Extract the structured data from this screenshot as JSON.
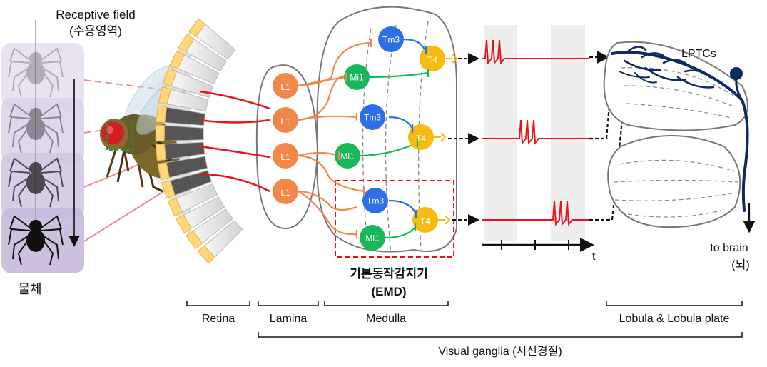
{
  "receptive_field": {
    "line1": "Receptive field",
    "line2": "(수용영역)"
  },
  "object_label": "물체",
  "emd": {
    "line1": "기본동작감지기",
    "line2": "(EMD)"
  },
  "time_axis_label": "t",
  "lptc_label": "LPTCs",
  "to_brain": {
    "line1": "to brain",
    "line2": "(뇌)"
  },
  "regions": {
    "retina": "Retina",
    "lamina": "Lamina",
    "medulla": "Medulla",
    "lobula": "Lobula & Lobula plate",
    "visual_ganglia": "Visual ganglia (시신경절)"
  },
  "cells": {
    "l1": "L1",
    "tm3": "Tm3",
    "mi1": "Mi1",
    "t4": "T4"
  },
  "colors": {
    "signal": "#e8141b",
    "l1": "#f2874a",
    "tm3": "#2d6fe6",
    "mi1": "#16b85a",
    "t4": "#f5bb10",
    "lptc": "#0f2a5e",
    "spider_band": "#d9cce8"
  }
}
